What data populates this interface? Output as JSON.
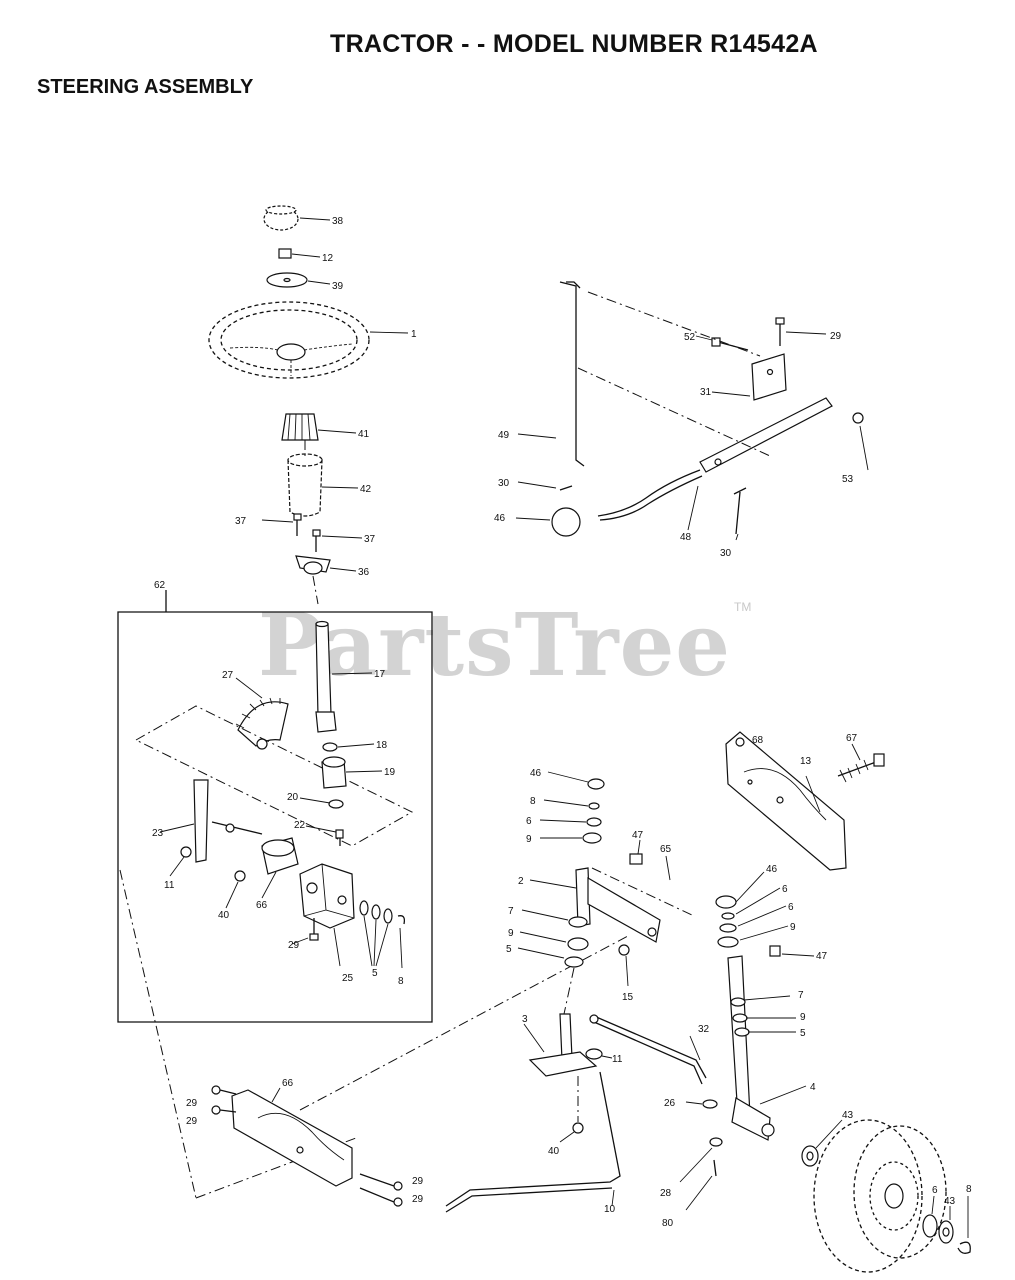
{
  "header": {
    "title": "TRACTOR - - MODEL NUMBER R14542A",
    "subtitle": "STEERING ASSEMBLY"
  },
  "watermark": {
    "text": "PartsTree",
    "trademark": "TM"
  },
  "callouts": {
    "p38": "38",
    "p12": "12",
    "p39": "39",
    "p1": "1",
    "p41": "41",
    "p42": "42",
    "p37a": "37",
    "p37b": "37",
    "p36": "36",
    "p62": "62",
    "p17": "17",
    "p27": "27",
    "p18": "18",
    "p19": "19",
    "p20": "20",
    "p22": "22",
    "p23": "23",
    "p11a": "11",
    "p40a": "40",
    "p66a": "66",
    "p29a": "29",
    "p25a": "25",
    "p5a": "5",
    "p8a": "8",
    "p52": "52",
    "p29b": "29",
    "p31": "31",
    "p49": "49",
    "p53": "53",
    "p30a": "30",
    "p46a": "46",
    "p48": "48",
    "p30b": "30",
    "p68": "68",
    "p67": "67",
    "p13": "13",
    "p46b": "46",
    "p8b": "8",
    "p6a": "6",
    "p9a": "9",
    "p47a": "47",
    "p65": "65",
    "p2": "2",
    "p7a": "7",
    "p9b": "9",
    "p5b": "5",
    "p15": "15",
    "p46c": "46",
    "p6b": "6",
    "p6c": "6",
    "p9c": "9",
    "p47b": "47",
    "p7b": "7",
    "p9d": "9",
    "p5c": "5",
    "p3": "3",
    "p32": "32",
    "p11b": "11",
    "p4": "4",
    "p26": "26",
    "p43a": "43",
    "p66b": "66",
    "p29c": "29",
    "p29d": "29",
    "p40b": "40",
    "p29e": "29",
    "p29f": "29",
    "p10": "10",
    "p28": "28",
    "p80": "80",
    "p6d": "6",
    "p43b": "43",
    "p8c": "8"
  }
}
